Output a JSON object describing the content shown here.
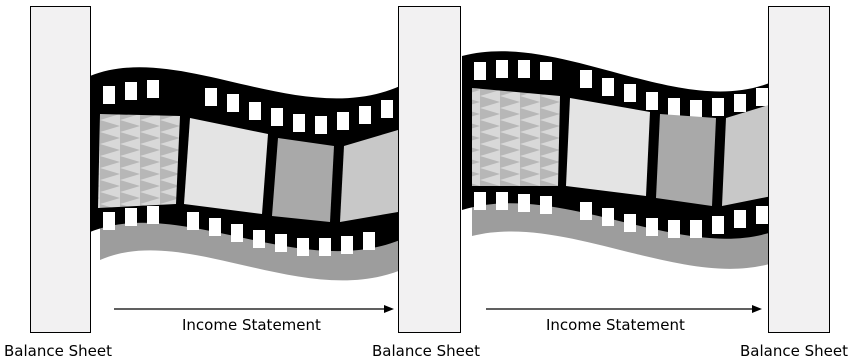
{
  "labels": {
    "balance_sheet_1": "Balance Sheet",
    "balance_sheet_2": "Balance Sheet",
    "balance_sheet_3": "Balance Sheet",
    "income_statement_1": "Income Statement",
    "income_statement_2": "Income Statement"
  },
  "colors": {
    "sheet_fill": "#f2f1f2",
    "sheet_stroke": "#000000",
    "film_dark": "#000000",
    "frame_light": "#e4e4e4",
    "frame_mid": "#c8c8c8",
    "frame_dark": "#a9a9a9",
    "shadow": "#9d9d9d",
    "arrow": "#000000"
  },
  "icons": {
    "film": "film-strip-icon"
  }
}
